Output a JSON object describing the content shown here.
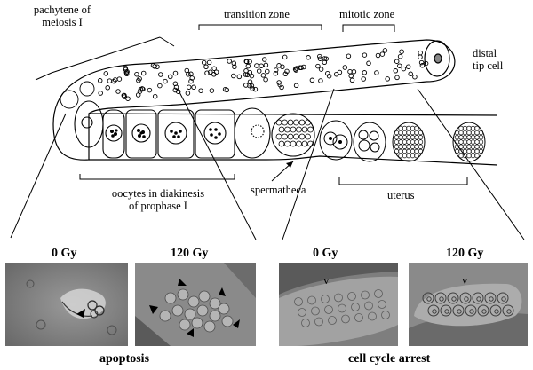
{
  "labels": {
    "pachytene": [
      "pachytene of",
      "meiosis I"
    ],
    "transition_zone": "transition zone",
    "mitotic_zone": "mitotic zone",
    "distal_tip": [
      "distal",
      "tip cell"
    ],
    "oocytes": [
      "oocytes in diakinesis",
      "of prophase I"
    ],
    "spermatheca": "spermatheca",
    "uterus": "uterus"
  },
  "panels": {
    "apoptosis_0": "0 Gy",
    "apoptosis_120": "120 Gy",
    "arrest_0": "0 Gy",
    "arrest_120": "120 Gy"
  },
  "captions": {
    "left": "apoptosis",
    "right": "cell cycle arrest"
  },
  "markers": {
    "nucleus_marker": "v"
  }
}
